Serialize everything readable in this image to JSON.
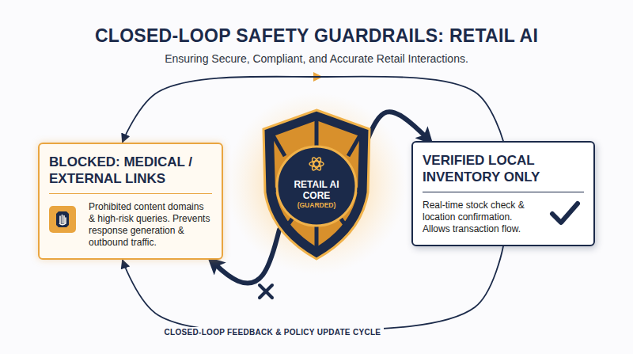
{
  "diagram": {
    "title": "CLOSED-LOOP SAFETY GUARDRAILS: RETAIL AI",
    "nodes": [
      {
        "text": [
          "BLOCKED: MEDICAL / EXTERNAL LINKS",
          "Prohibited content domains & high-risk queries. Prevents response generation & outbound traffic."
        ]
      },
      {
        "text": [
          "RETAIL AI CORE",
          "(GUARDED)"
        ]
      },
      {
        "text": [
          "VERIFIED LOCAL INVENTORY ONLY",
          "Real-time stock check & location confirmation. Allows transaction flow."
        ]
      }
    ],
    "edges": [
      {
        "from": 1,
        "to": 2,
        "arrow": "to"
      },
      {
        "from": 1,
        "to": 0,
        "arrow": "to"
      },
      {
        "from": 2,
        "to": 0,
        "arrow": "to"
      },
      {
        "from": 2,
        "to": 0,
        "arrow": "to",
        "label": "CLOSED-LOOP FEEDBACK & POLICY UPDATE CYCLE"
      }
    ],
    "labels": [
      "Ensuring Secure, Compliant, and Accurate Retail Interactions."
    ]
  }
}
